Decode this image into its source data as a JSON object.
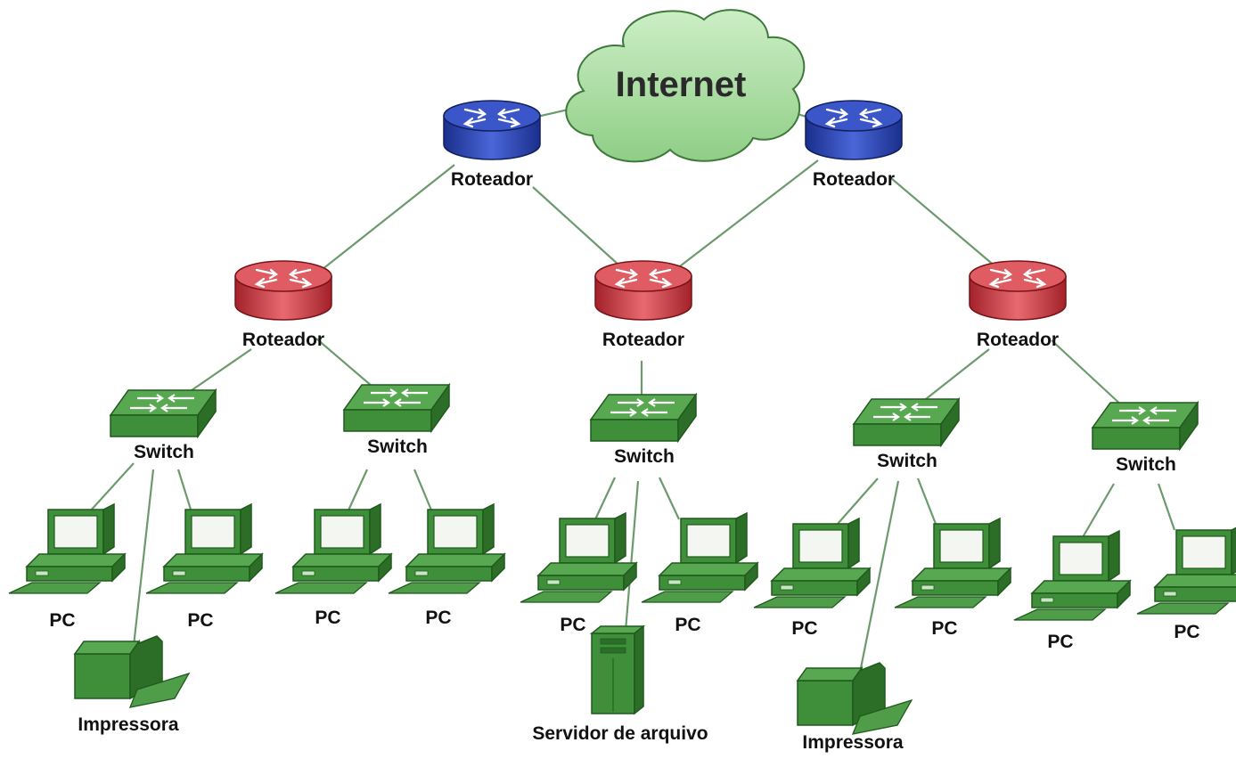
{
  "diagram": {
    "cloud_label": "Internet",
    "labels": {
      "router": "Roteador",
      "switch": "Switch",
      "pc": "PC",
      "printer": "Impressora",
      "server": "Servidor de arquivo"
    },
    "colors": {
      "backbone_router": "#2e48b8",
      "distribution_router": "#d2424a",
      "device_green": "#3f8f3a",
      "link": "#6c9a6c",
      "cloud": "#a8dca0"
    },
    "icons": {
      "cloud": "cloud-icon",
      "router": "router-icon",
      "switch": "switch-icon",
      "pc": "pc-icon",
      "printer": "printer-icon",
      "server": "server-icon"
    }
  }
}
